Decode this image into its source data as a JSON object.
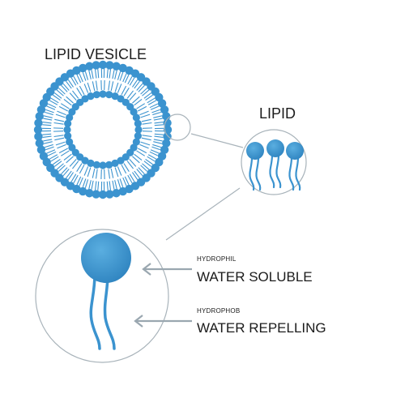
{
  "labels": {
    "vesicle_title": "LIPID VESICLE",
    "lipid_title": "LIPID",
    "hydrophil_small": "HYDROPHIL",
    "water_soluble": "WATER SOLUBLE",
    "hydrophob_small": "HYDROPHOB",
    "water_repelling": "WATER REPELLING"
  },
  "colors": {
    "head_blue": "#3b93cf",
    "head_light": "#5aaee0",
    "outline_gray": "#a8b3ba",
    "arrow_gray": "#9aa7b0",
    "text": "#1b1b1b"
  }
}
